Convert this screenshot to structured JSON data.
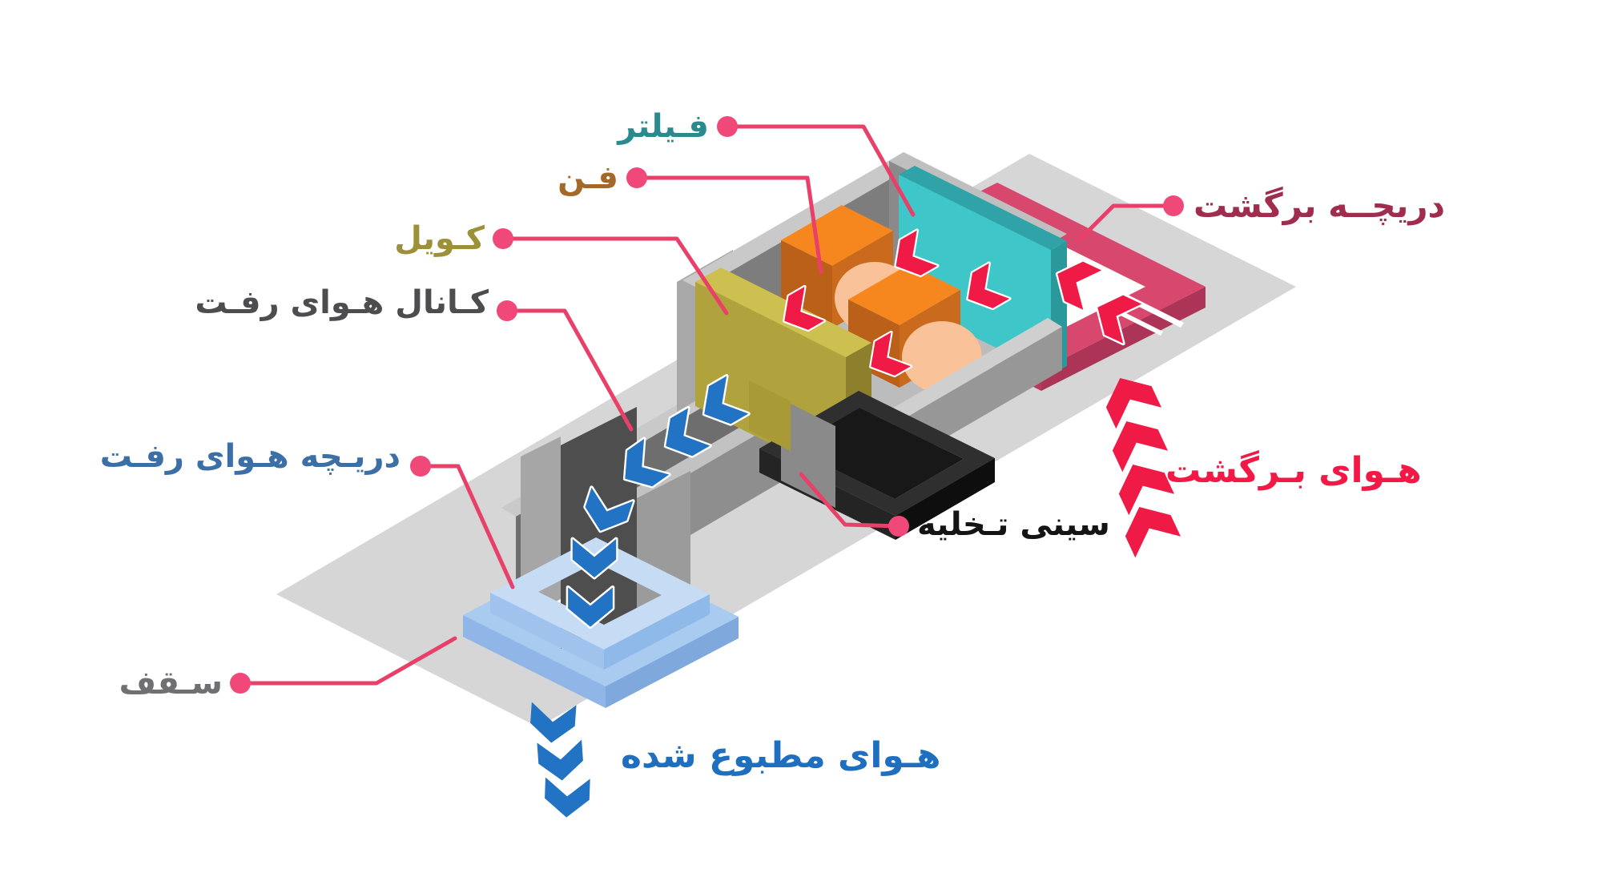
{
  "labels": {
    "filter": {
      "text": "فـیلتر",
      "color": "#2B8A8D"
    },
    "fan": {
      "text": "فـن",
      "color": "#A5682B"
    },
    "coil": {
      "text": "کـویل",
      "color": "#9C9139"
    },
    "supply_duct": {
      "text": "کـانال هـوای رفـت",
      "color": "#4D4D50"
    },
    "supply_grille": {
      "text": "دریـچه هـوای رفـت",
      "color": "#3C6FA5"
    },
    "ceiling": {
      "text": "سـقف",
      "color": "#707072"
    },
    "return_grille": {
      "text": "دریچــه برگشت",
      "color": "#A02D4D"
    },
    "return_air": {
      "text": "هـوای بـرگشت",
      "color": "#F21946"
    },
    "drain_pan": {
      "text": "سینی تـخلیه",
      "color": "#141414"
    },
    "conditioned_air": {
      "text": "هـوای مطبوع شده",
      "color": "#1E6FC0"
    }
  },
  "colors": {
    "accent_line": "#E94069",
    "leader_dot": "#F04878",
    "ceiling_plane": "#D6D6D6",
    "filter_teal": "#3EC6C8",
    "fan_orange": "#F6871F",
    "fan_scroll": "#F9C298",
    "coil_olive": "#B0A23C",
    "duct_inner_gray": "#6E6E6E",
    "casing_rim_gray": "#C9C9C9",
    "frame_pink": "#D8476E",
    "grille_blue": "#C6DCF4",
    "red_arrow": "#EF1A45",
    "blue_arrow": "#2273C4",
    "pan_black": "#181818"
  }
}
